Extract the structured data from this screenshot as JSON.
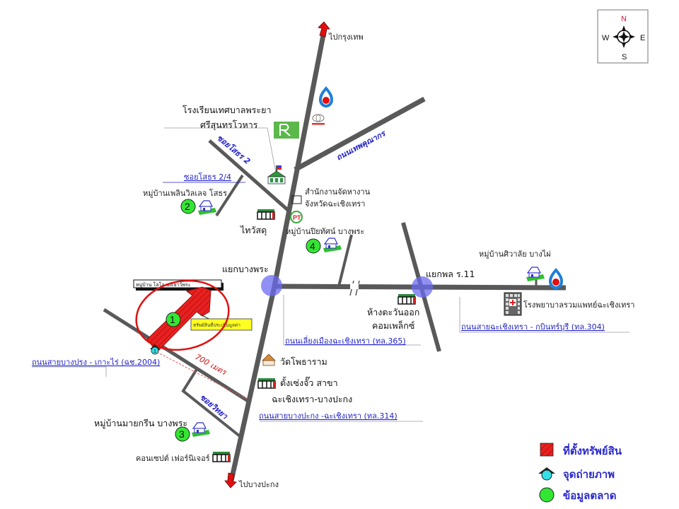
{
  "map": {
    "title": "Property location map",
    "colors": {
      "road": "#595959",
      "intersection": "#6b6bf0",
      "road_label": "#2323c8",
      "property": "#e21b1b",
      "market_marker": "#33e633",
      "photo_marker": "#33e0e8",
      "highlight_ellipse": "#e01010",
      "arrow": "#e01010"
    },
    "compass": {
      "north": "N",
      "south": "S",
      "east": "E",
      "west": "W"
    },
    "directions": {
      "to_bangkok": "ไปกรุงเทพ",
      "to_bang_pakong": "ไปบางปะกง"
    },
    "intersections": [
      {
        "name": "แยกบางพระ"
      },
      {
        "name": "แยกพล ร.11"
      }
    ],
    "roads": {
      "thepkhunakorn": "ถนนเทพคุณากร",
      "soi_sothon_2": "ซอยโสธร 2",
      "soi_sothon_2_4": "ซอยโสธร 2/4",
      "ring_road_365": "ถนนเลี่ยงเมืองฉะเชิงเทรา (ทล.365)",
      "chachoengsao_kabinburi_304": "ถนนสายฉะเชิงเทรา - กบินทร์บุรี (ทล.304)",
      "bangprong_kohrai_2004": "ถนนสายบางปรง - เกาะไร่ (ฉช.2004)",
      "bangpakong_chachoengsao_314": "ถนนสายบางปะกง -ฉะเชิงเทรา (ทล.314)",
      "soi_witthaya": "ซอยวิทยา"
    },
    "landmarks": {
      "school_line1": "โรงเรียนเทศบาลพระยา",
      "school_line2": "ศรีสุนทรโวหาร",
      "employment_office_line1": "สำนักงานจัดหางาน",
      "employment_office_line2": "จังหวัดฉะเชิงเทรา",
      "thaiwatsadu": "ไทวัสดุ",
      "tawan_ok_line1": "ห้างตะวันออก",
      "tawan_ok_line2": "คอมเพล็กซ์",
      "hospital": "โรงพยาบาลรวมแพทย์ฉะเชิงเทรา",
      "wat": "วัดโพธาราม",
      "tang_line1": "ตั้งเซ่งจั๊ว สาขา",
      "tang_line2": "ฉะเชิงเทรา-บางปะกง",
      "concept_furniture": "คอนเซปต์ เฟอร์นิเจอร์",
      "village_sign": "หมู่บ้าน โลโอ นงเยาว์พระ",
      "appraised_property": "ทรัพย์สินที่ประเมินมูลค่า"
    },
    "villages": [
      {
        "num": "1",
        "name": ""
      },
      {
        "num": "2",
        "name": "หมู่บ้านเพลินวิลเลจ โสธร"
      },
      {
        "num": "3",
        "name": "หมู่บ้านมายกรีน บางพระ"
      },
      {
        "num": "4",
        "name": "หมู่บ้านปิยทัศน์ บางพระ"
      }
    ],
    "extra_village": "หมู่บ้านศิวาลัย บางไผ่",
    "distance": "700 เมตร",
    "photo_point_num": "1",
    "legend": [
      {
        "label": "ที่ตั้งทรัพย์สิน",
        "icon": "property-hatched-square-icon"
      },
      {
        "label": "จุดถ่ายภาพ",
        "icon": "photo-point-icon"
      },
      {
        "label": "ข้อมูลตลาด",
        "icon": "market-data-circle-icon"
      }
    ]
  }
}
